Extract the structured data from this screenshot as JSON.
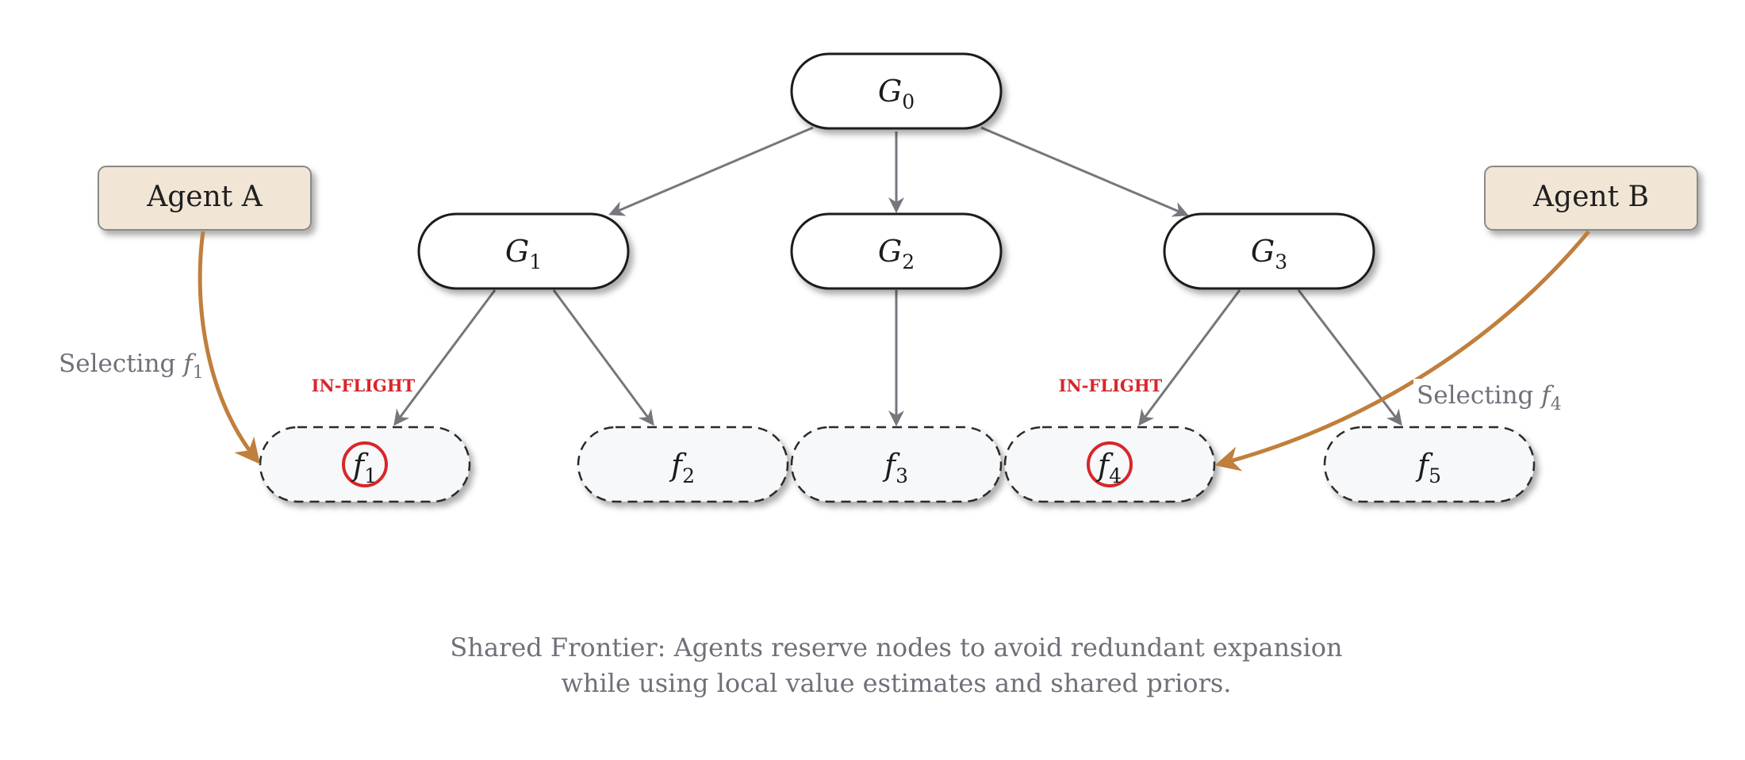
{
  "goals": [
    {
      "id": "G0",
      "var": "G",
      "sub": "0"
    },
    {
      "id": "G1",
      "var": "G",
      "sub": "1"
    },
    {
      "id": "G2",
      "var": "G",
      "sub": "2"
    },
    {
      "id": "G3",
      "var": "G",
      "sub": "3"
    }
  ],
  "frontier": [
    {
      "id": "f1",
      "var": "f",
      "sub": "1",
      "reserved": true
    },
    {
      "id": "f2",
      "var": "f",
      "sub": "2",
      "reserved": false
    },
    {
      "id": "f3",
      "var": "f",
      "sub": "3",
      "reserved": false
    },
    {
      "id": "f4",
      "var": "f",
      "sub": "4",
      "reserved": true
    },
    {
      "id": "f5",
      "var": "f",
      "sub": "5",
      "reserved": false
    }
  ],
  "edges": [
    [
      "G0",
      "G1"
    ],
    [
      "G0",
      "G2"
    ],
    [
      "G0",
      "G3"
    ],
    [
      "G1",
      "f1"
    ],
    [
      "G1",
      "f2"
    ],
    [
      "G2",
      "f3"
    ],
    [
      "G3",
      "f4"
    ],
    [
      "G3",
      "f5"
    ]
  ],
  "agents": [
    {
      "id": "A",
      "label": "Agent A",
      "selecting": {
        "prefix": "Selecting ",
        "var": "f",
        "sub": "1"
      },
      "target": "f1"
    },
    {
      "id": "B",
      "label": "Agent B",
      "selecting": {
        "prefix": "Selecting ",
        "var": "f",
        "sub": "4"
      },
      "target": "f4"
    }
  ],
  "inflight_label": "IN-FLIGHT",
  "caption": {
    "line1": "Shared Frontier: Agents reserve nodes to avoid redundant expansion",
    "line2": "while using local value estimates and shared priors."
  },
  "colors": {
    "edge": "#76777d",
    "agent_arrow": "#c07f3c",
    "agent_fill": "#f1e5d6",
    "frontier_fill": "#f7f8fa",
    "reserved": "#d8262b",
    "node_stroke": "#1c1c1c",
    "caption": "#6f7079"
  }
}
